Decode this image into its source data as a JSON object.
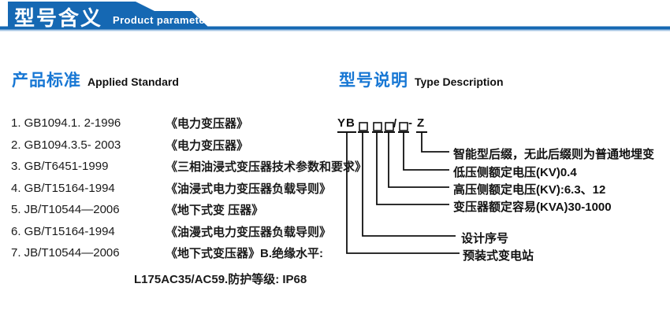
{
  "header": {
    "title": "型号含义",
    "subtitle": "Product parameters"
  },
  "sections": {
    "left": {
      "heading_cn": "产品标准",
      "heading_en": "Applied Standard",
      "standards": [
        {
          "code": "1. GB1094.1. 2-1996",
          "title": "《电力变压器》"
        },
        {
          "code": "2. GB1094.3.5- 2003",
          "title": "《电力变压器》"
        },
        {
          "code": "3. GB/T6451-1999",
          "title": "《三相油浸式变压器技术参数和要求》"
        },
        {
          "code": "4. GB/T15164-1994",
          "title": "《油浸式电力变压器负载导则》"
        },
        {
          "code": "5. JB/T10544—2006",
          "title": "《地下式变 压器》"
        },
        {
          "code": "6. GB/T15164-1994",
          "title": "《油漫式电力变压器负载导则》"
        },
        {
          "code": "7. JB/T10544—2006",
          "title": "《地下式变压器》B.绝缘水平:"
        },
        {
          "code": "",
          "title": "L175AC35/AC59.防护等级: IP68"
        }
      ]
    },
    "right": {
      "heading_cn": "型号说明",
      "heading_en": "Type Description",
      "model_code": {
        "prefix": "YB",
        "slash": "/",
        "dash": "-",
        "suffix": "Z"
      },
      "labels": [
        "智能型后缀，无此后缀则为普通地埋变",
        "低压侧额定电压(KV)0.4",
        "高压侧额定电压(KV):6.3、12",
        "变压器额定容易(KVA)30-1000",
        "设计序号",
        "预装式变电站"
      ]
    }
  },
  "colors": {
    "header_blue": "#1568b3",
    "header_blue_light": "#a9c7e5",
    "accent_blue": "#1777d4",
    "text": "#1a1a1a"
  }
}
